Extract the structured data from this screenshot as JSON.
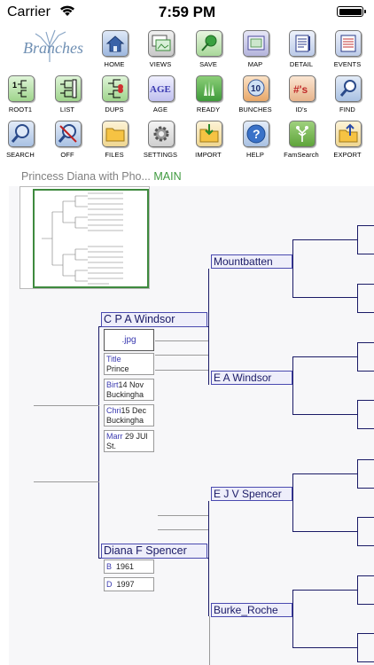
{
  "status": {
    "carrier": "Carrier",
    "time": "7:59 PM"
  },
  "logo": {
    "text": "Branches"
  },
  "toolbar": {
    "row1": [
      {
        "label": "HOME",
        "icon": "home-icon"
      },
      {
        "label": "VIEWS",
        "icon": "views-icon"
      },
      {
        "label": "SAVE",
        "icon": "pin-icon"
      },
      {
        "label": "MAP",
        "icon": "map-icon"
      },
      {
        "label": "DETAIL",
        "icon": "detail-icon"
      },
      {
        "label": "EVENTS",
        "icon": "events-icon"
      }
    ],
    "row2": [
      {
        "label": "ROOT1",
        "icon": "root-icon"
      },
      {
        "label": "LIST",
        "icon": "list-icon"
      },
      {
        "label": "DUPS",
        "icon": "dups-icon"
      },
      {
        "label": "AGE",
        "icon": "age-icon"
      },
      {
        "label": "READY",
        "icon": "ready-icon"
      },
      {
        "label": "BUNCHES",
        "icon": "bunches-icon"
      },
      {
        "label": "ID's",
        "icon": "ids-icon"
      },
      {
        "label": "FIND",
        "icon": "find-icon"
      }
    ],
    "row3": [
      {
        "label": "SEARCH",
        "icon": "search-icon"
      },
      {
        "label": "OFF",
        "icon": "off-icon"
      },
      {
        "label": "FILES",
        "icon": "folder-icon"
      },
      {
        "label": "SETTINGS",
        "icon": "gear-icon"
      },
      {
        "label": "IMPORT",
        "icon": "import-icon"
      },
      {
        "label": "HELP",
        "icon": "help-icon"
      },
      {
        "label": "FamSearch",
        "icon": "famsearch-icon"
      },
      {
        "label": "EXPORT",
        "icon": "export-icon"
      }
    ],
    "icon_text": {
      "age": "AGE",
      "bunches": "10",
      "ids": "#'s",
      "help": "?"
    }
  },
  "document": {
    "title": "Princess Diana with Pho...",
    "view": "MAIN"
  },
  "tree": {
    "father": "C P A Windsor",
    "mother": "Diana F Spencer",
    "pgf": "Mountbatten",
    "pgm": "E A Windsor",
    "mgf": "E J V Spencer",
    "mgm": "Burke_Roche",
    "father_facts": {
      "photo": ".jpg",
      "title_key": "Title",
      "title_val": "Prince",
      "birth_key": "Birt",
      "birth_date": "14 Nov",
      "birth_place": "Buckingha",
      "chr_key": "Chri",
      "chr_date": "15 Dec",
      "chr_place": "Buckingha",
      "marr_key": "Marr",
      "marr_date": "29 JUl",
      "marr_place": "St."
    },
    "mother_facts": {
      "birth_key": "B",
      "birth_val": "1961",
      "death_key": "D",
      "death_val": "1997"
    }
  },
  "colors": {
    "accent": "#1a1a66",
    "main_label": "#3f9a3f",
    "minimap_border": "#3e8a3e"
  }
}
